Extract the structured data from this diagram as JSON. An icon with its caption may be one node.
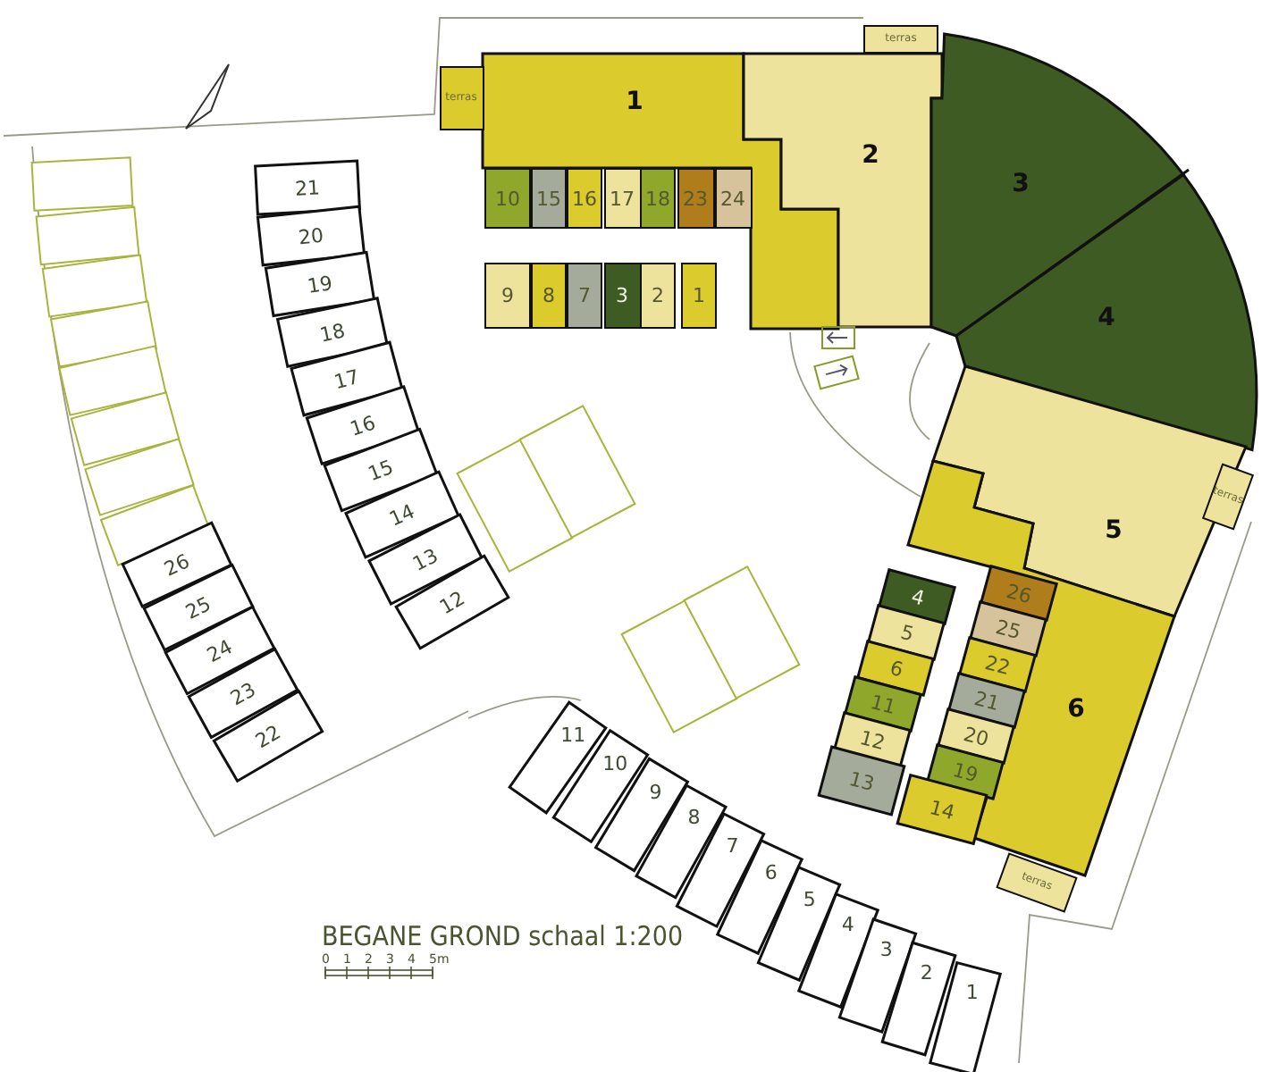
{
  "diagram": {
    "title": "BEGANE GROND schaal 1:200",
    "nodes": [
      {
        "text": [
          "terras"
        ]
      },
      {
        "text": [
          "1"
        ]
      },
      {
        "text": [
          "terras"
        ]
      },
      {
        "text": [
          "2"
        ]
      },
      {
        "text": [
          "3"
        ]
      },
      {
        "text": [
          "4"
        ]
      },
      {
        "text": [
          "10"
        ]
      },
      {
        "text": [
          "15"
        ]
      },
      {
        "text": [
          "16"
        ]
      },
      {
        "text": [
          "17"
        ]
      },
      {
        "text": [
          "18"
        ]
      },
      {
        "text": [
          "23"
        ]
      },
      {
        "text": [
          "24"
        ]
      },
      {
        "text": [
          "9"
        ]
      },
      {
        "text": [
          "8"
        ]
      },
      {
        "text": [
          "7"
        ]
      },
      {
        "text": [
          "3"
        ]
      },
      {
        "text": [
          "2"
        ]
      },
      {
        "text": [
          "1"
        ]
      },
      {
        "text": [
          "5"
        ]
      },
      {
        "text": [
          "terras"
        ]
      },
      {
        "text": [
          "6"
        ]
      },
      {
        "text": [
          "terras"
        ]
      },
      {
        "text": [
          "4"
        ]
      },
      {
        "text": [
          "5"
        ]
      },
      {
        "text": [
          "6"
        ]
      },
      {
        "text": [
          "11"
        ]
      },
      {
        "text": [
          "12"
        ]
      },
      {
        "text": [
          "13"
        ]
      },
      {
        "text": [
          "26"
        ]
      },
      {
        "text": [
          "25"
        ]
      },
      {
        "text": [
          "22"
        ]
      },
      {
        "text": [
          "21"
        ]
      },
      {
        "text": [
          "20"
        ]
      },
      {
        "text": [
          "19"
        ]
      },
      {
        "text": [
          "14"
        ]
      },
      {
        "text": [
          "21"
        ]
      },
      {
        "text": [
          "20"
        ]
      },
      {
        "text": [
          "19"
        ]
      },
      {
        "text": [
          "18"
        ]
      },
      {
        "text": [
          "17"
        ]
      },
      {
        "text": [
          "16"
        ]
      },
      {
        "text": [
          "15"
        ]
      },
      {
        "text": [
          "14"
        ]
      },
      {
        "text": [
          "13"
        ]
      },
      {
        "text": [
          "12"
        ]
      },
      {
        "text": [],
        "shape": "box"
      },
      {
        "text": [],
        "shape": "box"
      },
      {
        "text": [],
        "shape": "box"
      },
      {
        "text": [],
        "shape": "box"
      },
      {
        "text": [],
        "shape": "box"
      },
      {
        "text": [],
        "shape": "box"
      },
      {
        "text": [],
        "shape": "box"
      },
      {
        "text": [],
        "shape": "box"
      },
      {
        "text": [
          "26"
        ]
      },
      {
        "text": [
          "25"
        ]
      },
      {
        "text": [
          "24"
        ]
      },
      {
        "text": [
          "23"
        ]
      },
      {
        "text": [
          "22"
        ]
      },
      {
        "text": [
          "11"
        ]
      },
      {
        "text": [
          "10"
        ]
      },
      {
        "text": [
          "9"
        ]
      },
      {
        "text": [
          "8"
        ]
      },
      {
        "text": [
          "7"
        ]
      },
      {
        "text": [
          "6"
        ]
      },
      {
        "text": [
          "5"
        ]
      },
      {
        "text": [
          "4"
        ]
      },
      {
        "text": [
          "3"
        ]
      },
      {
        "text": [
          "2"
        ]
      },
      {
        "text": [
          "1"
        ]
      },
      {
        "text": [],
        "shape": "box"
      },
      {
        "text": [],
        "shape": "box"
      },
      {
        "text": [],
        "shape": "box"
      },
      {
        "text": [],
        "shape": "box"
      }
    ],
    "labels": [
      "0",
      "1",
      "2",
      "3",
      "4",
      "5m"
    ]
  }
}
